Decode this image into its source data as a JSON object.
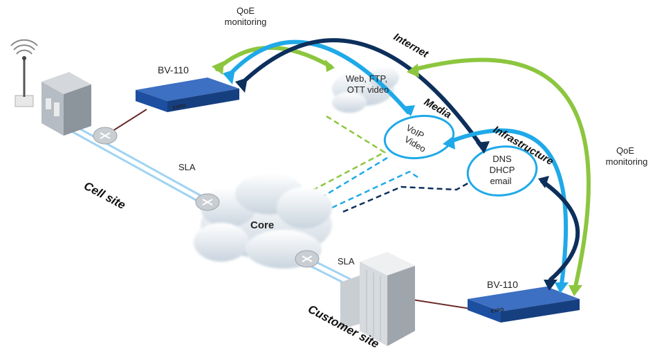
{
  "labels": {
    "qoe_top_line1": "QoE",
    "qoe_top_line2": "monitoring",
    "qoe_right_line1": "QoE",
    "qoe_right_line2": "monitoring",
    "bv110_top": "BV-110",
    "bv110_bottom": "BV-110",
    "exfo_top": "EXFO",
    "exfo_bottom": "EXFO",
    "sla_top": "SLA",
    "sla_bottom": "SLA",
    "cell_site": "Cell site",
    "customer_site": "Customer site",
    "core": "Core",
    "internet": "Internet",
    "media": "Media",
    "infrastructure": "Infrastructure",
    "web_line1": "Web, FTP,",
    "web_line2": "OTT video",
    "voip_line1": "VoIP",
    "voip_line2": "Video",
    "dns": "DNS",
    "dhcp": "DHCP",
    "email": "email"
  },
  "colors": {
    "green": "#8cc63f",
    "light_blue": "#1fa9e8",
    "navy": "#0d2f5c",
    "fiber": "#9fd3f2",
    "device_blue": "#1c4fa0",
    "cable": "#6b2a2a"
  }
}
